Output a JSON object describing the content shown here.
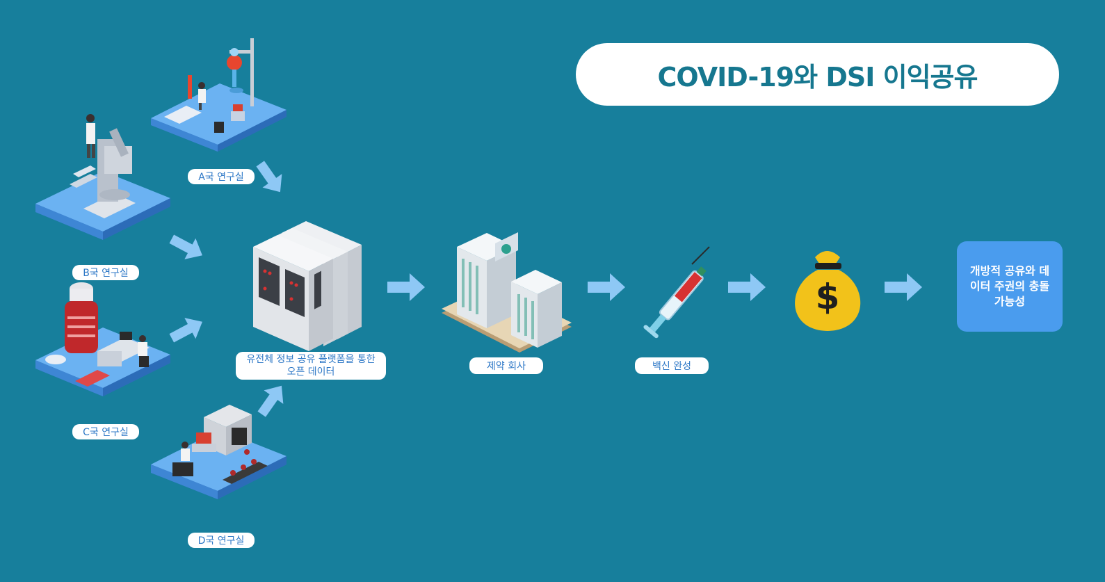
{
  "title": "COVID-19와 DSI 이익공유",
  "labs": {
    "a": "A국 연구실",
    "b": "B국 연구실",
    "c": "C국 연구실",
    "d": "D국 연구실"
  },
  "platform_label": "유전체 정보 공유 플랫폼을 통한 오픈 데이터",
  "pharma_label": "제약 회사",
  "vaccine_label": "백신 완성",
  "result_text": "개방적 공유와 데이터 주권의 충돌 가능성",
  "money_symbol": "$",
  "colors": {
    "background": "#177f9c",
    "platform_blue": "#5fa8f0",
    "arrow": "#8ec8f5",
    "label_text": "#2f79c7",
    "result_box": "#4a9cee",
    "money_bag": "#f2c21a"
  }
}
